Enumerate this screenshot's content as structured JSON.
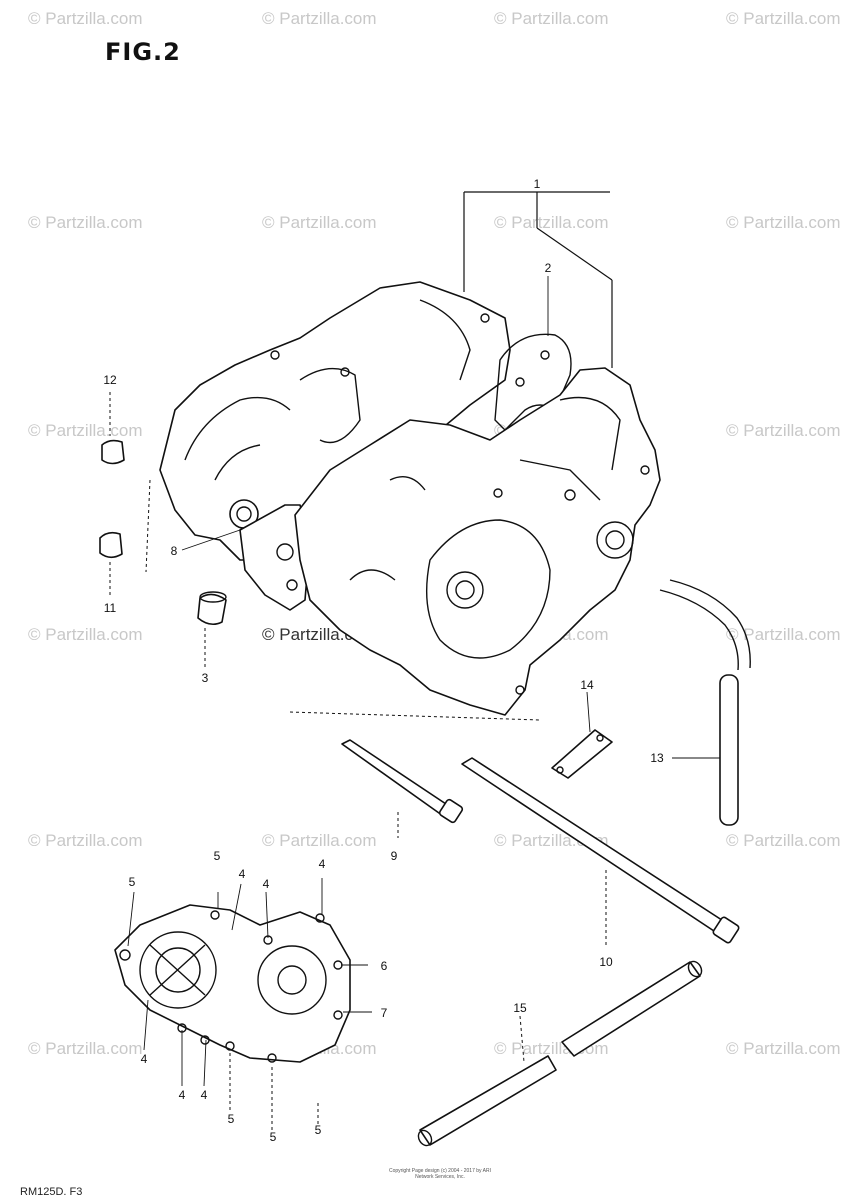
{
  "figure": {
    "title": "FIG.2",
    "footer_code": "RM125D. F3",
    "copyright_note": "Copyright\nPage design (c) 2004 - 2017 by ARI Network Services, Inc."
  },
  "watermark": {
    "text": "© Partzilla.com"
  },
  "callouts": {
    "c1": "1",
    "c2": "2",
    "c3": "3",
    "c4a": "4",
    "c4b": "4",
    "c4c": "4",
    "c4d": "4",
    "c4e": "4",
    "c4f": "4",
    "c5a": "5",
    "c5b": "5",
    "c5c": "5",
    "c5d": "5",
    "c5e": "5",
    "c6": "6",
    "c7": "7",
    "c8": "8",
    "c9": "9",
    "c10": "10",
    "c11": "11",
    "c12": "12",
    "c13": "13",
    "c14": "14",
    "c15": "15"
  }
}
